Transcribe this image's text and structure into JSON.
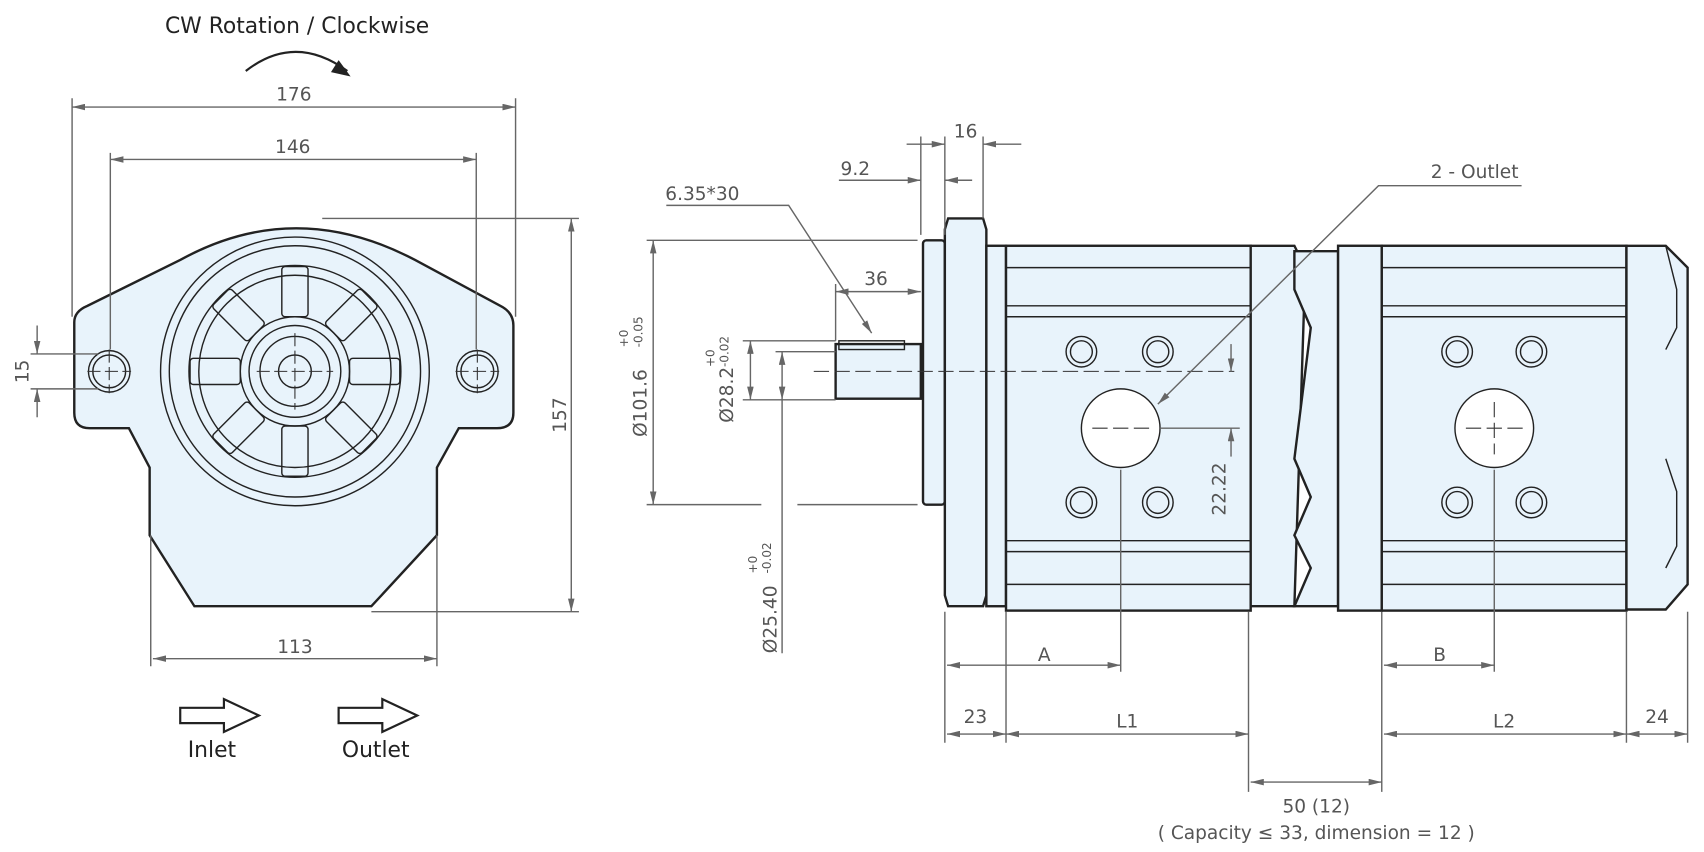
{
  "title": "CW Rotation / Clockwise",
  "front_view": {
    "dim_overall_width": "176",
    "dim_bolt_spacing": "146",
    "dim_ear_height": "15",
    "dim_height": "157",
    "dim_bottom_width": "113",
    "inlet_label": "Inlet",
    "outlet_label": "Outlet"
  },
  "side_view": {
    "dim_flange_thickness": "16",
    "dim_pilot": "9.2",
    "key_callout": "6.35*30",
    "dim_shaft_length": "36",
    "outlet_callout": "2 - Outlet",
    "dim_pilot_diameter": "Ø101.6",
    "tol_pilot_upper": "+0",
    "tol_pilot_lower": "-0.05",
    "dim_shaft_diameter_key": "Ø28.2",
    "tol_key_upper": "+0",
    "tol_key_lower": "-0.02",
    "dim_shaft_diameter": "Ø25.40",
    "tol_shaft_upper": "+0",
    "tol_shaft_lower": "-0.02",
    "dim_port_offset": "22.22",
    "dim_a": "A",
    "dim_b": "B",
    "dim_front": "23",
    "dim_l1": "L1",
    "dim_l2": "L2",
    "dim_rear": "24",
    "dim_gap": "50 (12)",
    "gap_note": "( Capacity ≤ 33, dimension = 12 )"
  }
}
